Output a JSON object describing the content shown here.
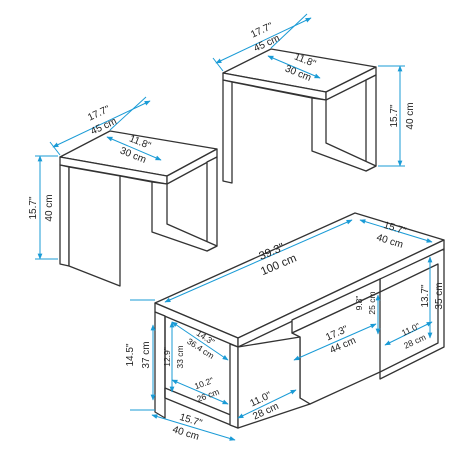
{
  "colors": {
    "dimension_line": "#1a9bd6",
    "outline": "#333333",
    "background": "#ffffff"
  },
  "nightstand_back": {
    "width_in": "17.7\"",
    "width_cm": "45 cm",
    "depth_in": "11.8\"",
    "depth_cm": "30 cm",
    "height_in": "15.7\"",
    "height_cm": "40 cm"
  },
  "nightstand_front": {
    "width_in": "17.7\"",
    "width_cm": "45 cm",
    "depth_in": "11.8\"",
    "depth_cm": "30 cm",
    "height_in": "15.7\"",
    "height_cm": "40 cm"
  },
  "coffee_table": {
    "length_in": "39.3\"",
    "length_cm": "100 cm",
    "depth_in": "15.7\"",
    "depth_cm": "40 cm",
    "height_in": "14.5\"",
    "height_cm": "37 cm",
    "right_height_in": "13.7\"",
    "right_height_cm": "35 cm",
    "right_width_in": "11.0\"",
    "right_width_cm": "28 cm",
    "shelf_height_in": "9.8\"",
    "shelf_height_cm": "25 cm",
    "shelf_width_in": "17.3\"",
    "shelf_width_cm": "44 cm",
    "left_open_height_in": "12.9\"",
    "left_open_height_cm": "33 cm",
    "left_open_depth_in": "14.3\"",
    "left_open_depth_cm": "36.4 cm",
    "left_open_width_in": "10.2\"",
    "left_open_width_cm": "26 cm",
    "left_front_width_in": "11.0\"",
    "left_front_width_cm": "28 cm",
    "bottom_depth_in": "15.7\"",
    "bottom_depth_cm": "40 cm"
  }
}
